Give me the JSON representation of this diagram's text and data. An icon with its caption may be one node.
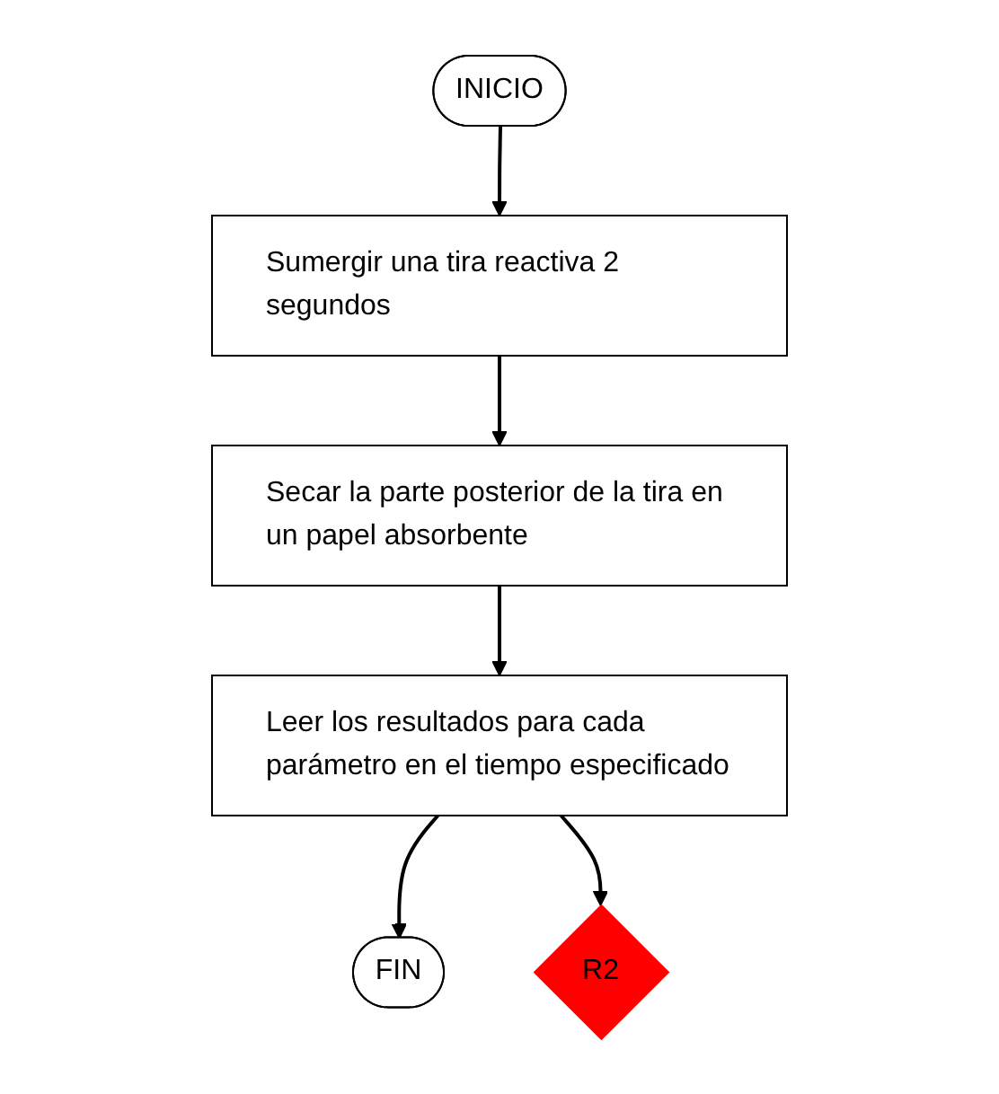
{
  "diagram": {
    "nodes": [
      {
        "text": [
          "INICIO"
        ]
      },
      {
        "text": [
          "Sumergir una tira reactiva 2 segundos"
        ]
      },
      {
        "text": [
          "Secar la parte posterior de la tira en un papel absorbente"
        ]
      },
      {
        "text": [
          "Leer los resultados para cada parámetro en el tiempo especificado"
        ]
      },
      {
        "text": [
          "FIN"
        ]
      },
      {
        "text": [
          "R2"
        ]
      }
    ],
    "edges": [
      {
        "from": 0,
        "to": 1,
        "arrow": "to"
      },
      {
        "from": 1,
        "to": 2,
        "arrow": "to"
      },
      {
        "from": 2,
        "to": 3,
        "arrow": "to"
      },
      {
        "from": 3,
        "to": 4,
        "arrow": "to"
      },
      {
        "from": 3,
        "to": 5,
        "arrow": "to"
      }
    ]
  }
}
